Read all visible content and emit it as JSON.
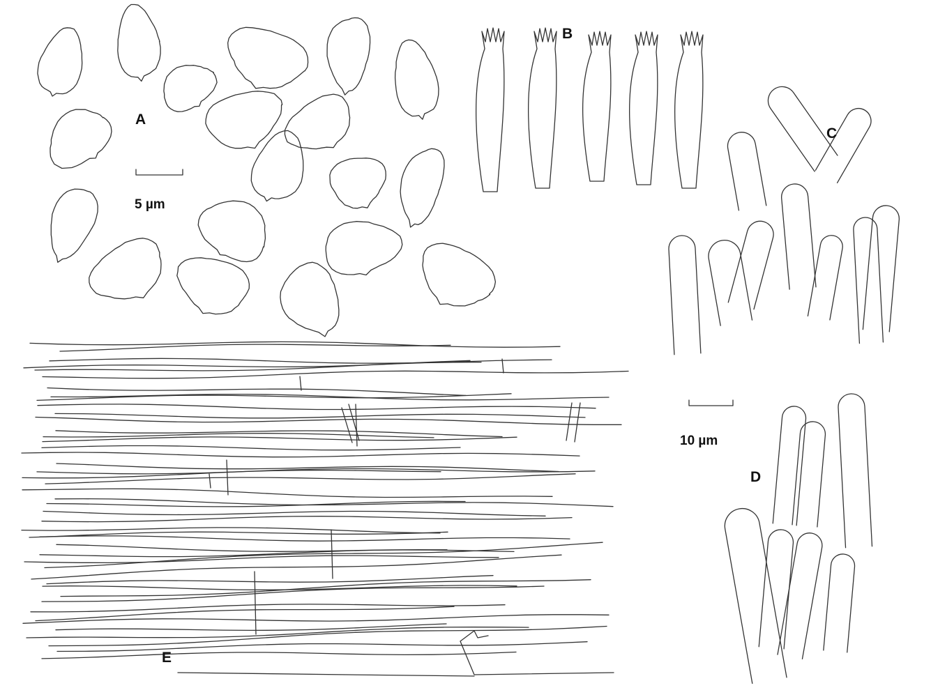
{
  "panels": {
    "a": {
      "label": "A"
    },
    "b": {
      "label": "B"
    },
    "c": {
      "label": "C"
    },
    "d": {
      "label": "D"
    },
    "e": {
      "label": "E"
    }
  },
  "scale_bars": {
    "small": {
      "text": "5 µm"
    },
    "large": {
      "text": "10 µm"
    }
  }
}
